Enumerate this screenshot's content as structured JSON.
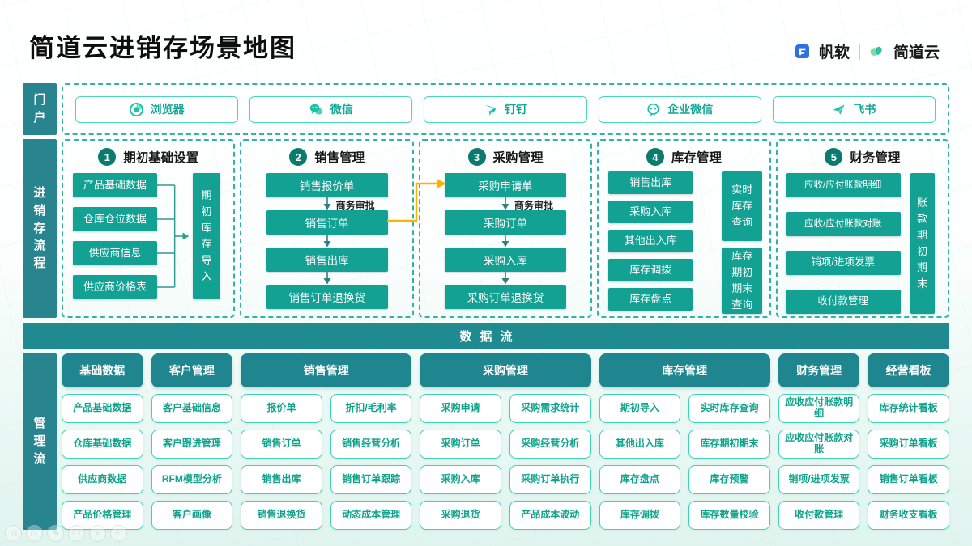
{
  "title": "简道云进销存场景地图",
  "brand": {
    "fanruan": "帆软",
    "jiandaoyun": "简道云"
  },
  "portal": {
    "label": "门户",
    "items": [
      {
        "icon": "browser-icon",
        "label": "浏览器"
      },
      {
        "icon": "wechat-icon",
        "label": "微信"
      },
      {
        "icon": "dingtalk-icon",
        "label": "钉钉"
      },
      {
        "icon": "wecom-icon",
        "label": "企业微信"
      },
      {
        "icon": "feishu-icon",
        "label": "飞书"
      }
    ]
  },
  "flow": {
    "label": "进销存流程",
    "col1": {
      "num": "1",
      "title": "期初基础设置",
      "boxes": [
        "产品基础数据",
        "仓库仓位数据",
        "供应商信息",
        "供应商价格表"
      ],
      "side": "期初库存导入"
    },
    "col2": {
      "num": "2",
      "title": "销售管理",
      "approval": "商务审批",
      "steps": [
        "销售报价单",
        "销售订单",
        "销售出库",
        "销售订单退换货"
      ]
    },
    "col3": {
      "num": "3",
      "title": "采购管理",
      "approval": "商务审批",
      "steps": [
        "采购申请单",
        "采购订单",
        "采购入库",
        "采购订单退换货"
      ]
    },
    "col4": {
      "num": "4",
      "title": "库存管理",
      "boxes": [
        "销售出库",
        "采购入库",
        "其他出入库",
        "库存调拨",
        "库存盘点"
      ],
      "side_top": "实时库存查询",
      "side_bottom": "库存期初期末查询"
    },
    "col5": {
      "num": "5",
      "title": "财务管理",
      "boxes": [
        "应收/应付账款明细",
        "应收/应付账款对账",
        "销项/进项发票",
        "收付款管理"
      ],
      "side": "账款期初期末"
    }
  },
  "data_flow_label": "数据流",
  "management": {
    "label": "管理流",
    "headers": [
      {
        "label": "基础数据",
        "span": 1
      },
      {
        "label": "客户管理",
        "span": 1
      },
      {
        "label": "销售管理",
        "span": 2
      },
      {
        "label": "采购管理",
        "span": 2
      },
      {
        "label": "库存管理",
        "span": 2
      },
      {
        "label": "财务管理",
        "span": 1
      },
      {
        "label": "经营看板",
        "span": 1
      }
    ],
    "rows": [
      [
        "产品基础数据",
        "客户基础信息",
        "报价单",
        "折扣/毛利率",
        "采购申请",
        "采购需求统计",
        "期初导入",
        "实时库存查询",
        "应收应付账款明细",
        "库存统计看板"
      ],
      [
        "仓库基础数据",
        "客户跟进管理",
        "销售订单",
        "销售经营分析",
        "采购订单",
        "采购经营分析",
        "其他出入库",
        "库存期初期末",
        "应收应付账款对账",
        "采购订单看板"
      ],
      [
        "供应商数据",
        "RFM模型分析",
        "销售出库",
        "销售订单跟踪",
        "采购入库",
        "采购订单执行",
        "库存盘点",
        "库存预警",
        "销项/进项发票",
        "销售订单看板"
      ],
      [
        "产品价格管理",
        "客户画像",
        "销售退换货",
        "动态成本管理",
        "采购退货",
        "产品成本波动",
        "库存调拨",
        "库存数量校验",
        "收付款管理",
        "财务收支看板"
      ]
    ]
  },
  "toolbar": {
    "icons": [
      "prev-icon",
      "next-icon",
      "pencil-icon",
      "slides-icon",
      "zoom-icon",
      "more-icon"
    ]
  },
  "colors": {
    "teal_box": "#12A192",
    "teal_dark": "#28858F",
    "mint_border": "#3ED2B6",
    "accent_yellow": "#FFB300",
    "fanruan_blue": "#2F6FE4",
    "jdy_green": "#35C3A2"
  }
}
